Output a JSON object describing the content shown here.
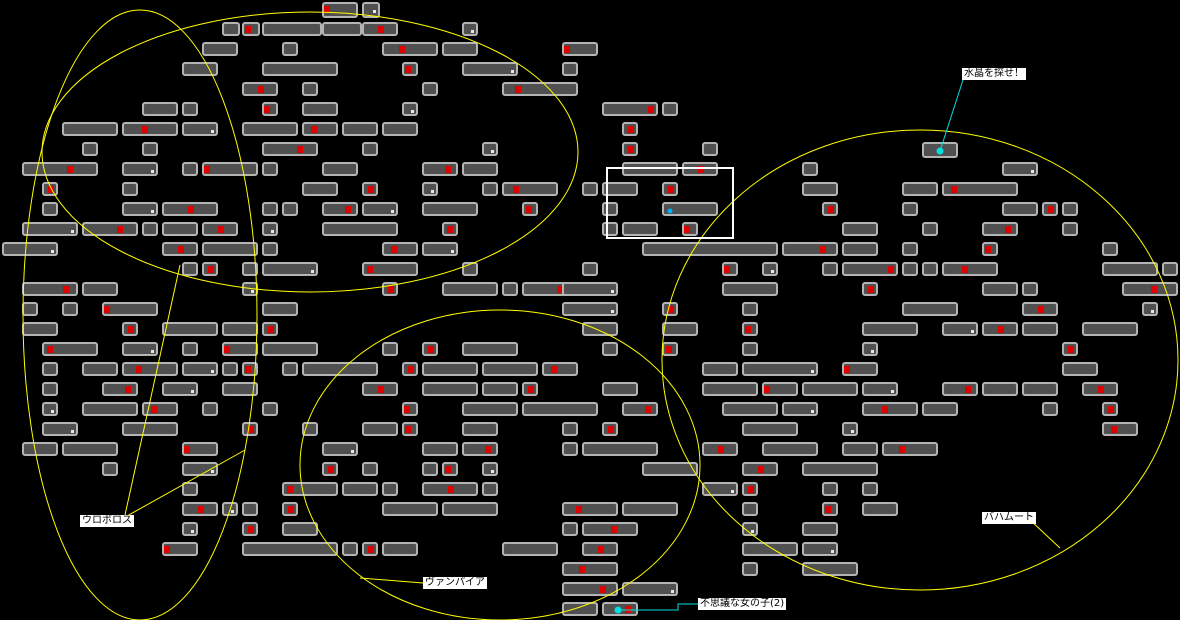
{
  "map": {
    "labels": {
      "crystal_quest": "水晶を探せ！",
      "ouroboros": "ウロボロス",
      "vampire": "ヴァンパイア",
      "mysterious_girl": "不思議な女の子(2)",
      "bahamut": "バハムート"
    },
    "colors": {
      "area_outline": "#ffff00",
      "pointer_line": "#00e0e0",
      "room_fill": "#505050",
      "room_border": "#b4b4b4",
      "marker": "#e00000",
      "highlight_box": "#ffffff"
    },
    "icons": [
      "room-tile",
      "red-marker",
      "cyan-target-marker",
      "area-ellipse"
    ]
  }
}
